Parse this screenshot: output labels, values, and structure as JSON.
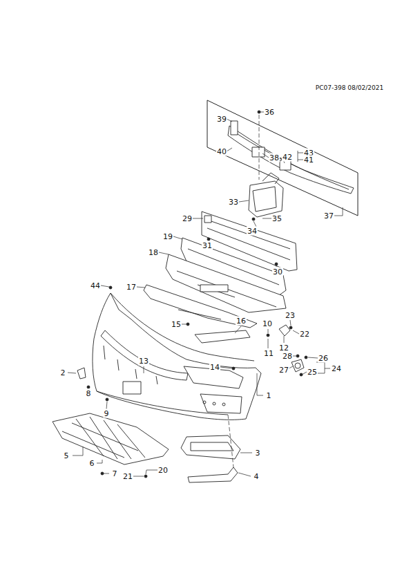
{
  "diagram": {
    "labels": [
      "PC07-398 08/02/2021",
      "36",
      "39",
      "40",
      "38",
      "42",
      "43",
      "41",
      "37",
      "33",
      "34",
      "35",
      "29",
      "31",
      "19",
      "30",
      "18",
      "44",
      "17",
      "15",
      "16",
      "10",
      "23",
      "22",
      "11",
      "12",
      "28",
      "26",
      "24",
      "27",
      "25",
      "13",
      "14",
      "2",
      "8",
      "1",
      "9",
      "5",
      "6",
      "7",
      "3",
      "20",
      "21",
      "4"
    ]
  }
}
